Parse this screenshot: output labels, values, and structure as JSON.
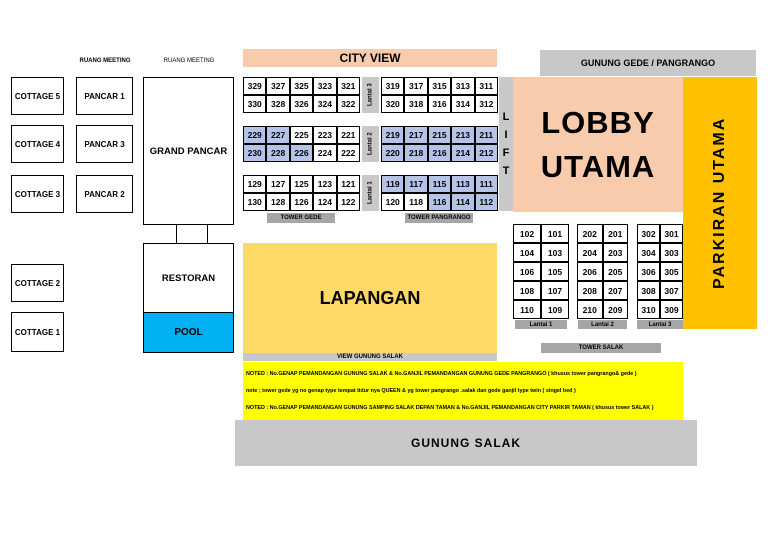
{
  "header": {
    "ruang_meeting_1": "RUANG MEETING",
    "ruang_meeting_2": "RUANG MEETING",
    "city_view": "CITY VIEW",
    "gunung_gede": "GUNUNG GEDE / PANGRANGO"
  },
  "cottages": [
    "COTTAGE 5",
    "COTTAGE 4",
    "COTTAGE 3",
    "COTTAGE 2",
    "COTTAGE 1"
  ],
  "pancar": [
    "PANCAR 1",
    "PANCAR 3",
    "PANCAR 2"
  ],
  "grand_pancar": "GRAND PANCAR",
  "restoran": "RESTORAN",
  "pool": "POOL",
  "tower_gede": {
    "label": "TOWER GEDE",
    "lantai": [
      "Lantai 3",
      "Lantai 2",
      "Lantai 1"
    ],
    "rows": [
      [
        "329",
        "327",
        "325",
        "323",
        "321"
      ],
      [
        "330",
        "328",
        "326",
        "324",
        "322"
      ],
      [
        "229",
        "227",
        "225",
        "223",
        "221"
      ],
      [
        "230",
        "228",
        "226",
        "224",
        "222"
      ],
      [
        "129",
        "127",
        "125",
        "123",
        "121"
      ],
      [
        "130",
        "128",
        "126",
        "124",
        "122"
      ]
    ]
  },
  "tower_pangrango": {
    "label": "TOWER PANGRANGO",
    "rows": [
      [
        "319",
        "317",
        "315",
        "313",
        "311"
      ],
      [
        "320",
        "318",
        "316",
        "314",
        "312"
      ],
      [
        "219",
        "217",
        "215",
        "213",
        "211"
      ],
      [
        "220",
        "218",
        "216",
        "214",
        "212"
      ],
      [
        "119",
        "117",
        "115",
        "113",
        "111"
      ],
      [
        "120",
        "118",
        "116",
        "114",
        "112"
      ]
    ]
  },
  "lift": [
    "L",
    "I",
    "F",
    "T"
  ],
  "lobby": [
    "LOBBY",
    "UTAMA"
  ],
  "parkiran": "PARKIRAN UTAMA",
  "lapangan": "LAPANGAN",
  "view_gunung_salak": "VIEW GUNUNG SALAK",
  "tower_salak": {
    "label": "TOWER SALAK",
    "blocks": [
      {
        "lantai": "Lantai 1",
        "rows": [
          [
            "102",
            "101"
          ],
          [
            "104",
            "103"
          ],
          [
            "106",
            "105"
          ],
          [
            "108",
            "107"
          ],
          [
            "110",
            "109"
          ]
        ]
      },
      {
        "lantai": "Lantai 2",
        "rows": [
          [
            "202",
            "201"
          ],
          [
            "204",
            "203"
          ],
          [
            "206",
            "205"
          ],
          [
            "208",
            "207"
          ],
          [
            "210",
            "209"
          ]
        ]
      },
      {
        "lantai": "Lantai 3",
        "rows": [
          [
            "302",
            "301"
          ],
          [
            "304",
            "303"
          ],
          [
            "306",
            "305"
          ],
          [
            "308",
            "307"
          ],
          [
            "310",
            "309"
          ]
        ]
      }
    ]
  },
  "notes": [
    "NOTED : No.GENAP PEMANDANGAN GUNUNG SALAK & No.GANJIL PEMANDANGAN GUNUNG GEDE PANGRANGO ( khusus tower pangrango& gede )",
    "note ; tower gede yg no genap type tempat tidur nya QUEEN & yg tower pangrango .salak dan gede ganjil type twin ( singel bed )",
    "NOTED : No.GENAP PEMANDANGAN GUNUNG SAMPING SALAK DEPAN TAMAN & No.GANJIL PEMANDANGAN CITY PARKIR TAMAN ( khusus tower SALAK )"
  ],
  "gunung_salak": "GUNUNG SALAK",
  "colors": {
    "city_view": "#f8cbad",
    "lobby": "#f8cbad",
    "parkiran": "#ffc000",
    "lapangan": "#ffd966",
    "pool": "#00b0f0",
    "notes": "#ffff00",
    "grey": "#c8c8c8",
    "blue_room": "#b4c3e6"
  }
}
